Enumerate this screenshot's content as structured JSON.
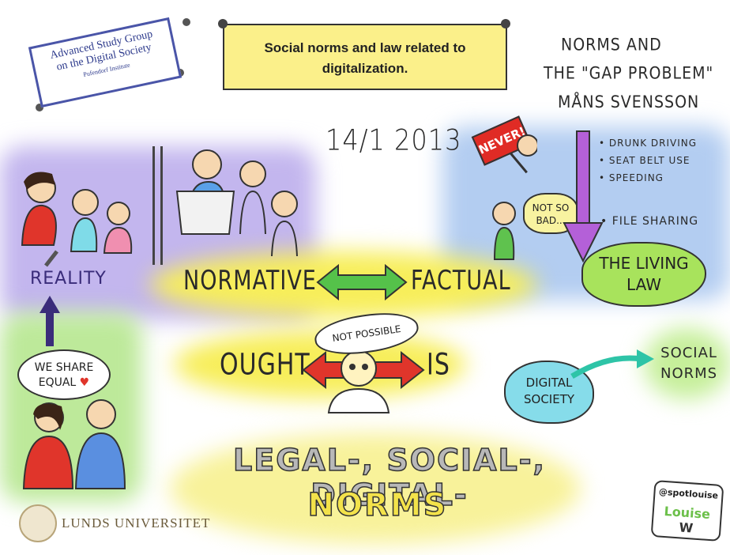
{
  "sign": {
    "line1": "Advanced Study Group",
    "line2": "on the Digital Society",
    "line3": "Pufendorf Institute"
  },
  "banner": {
    "line1": "Social norms and law related to",
    "line2": "digitalization."
  },
  "date": "14/1  2013",
  "heading": {
    "line1": "NORMS AND",
    "line2": "THE \"GAP PROBLEM\"",
    "line3": "MÅNS SVENSSON"
  },
  "never_sign": "NEVER!",
  "list": [
    "• DRUNK DRIVING",
    "• SEAT BELT USE",
    "• SPEEDING"
  ],
  "file_sharing": "• FILE SHARING",
  "not_so_bad": [
    "NOT SO",
    "BAD..."
  ],
  "living_law": [
    "THE LIVING",
    "LAW"
  ],
  "reality": "REALITY",
  "normative": "NORMATIVE",
  "factual": "FACTUAL",
  "ought": "OUGHT",
  "not_possible": "NOT POSSIBLE",
  "is": "IS",
  "we_share": [
    "WE SHARE",
    "EQUAL"
  ],
  "digital_society": [
    "DIGITAL",
    "SOCIETY"
  ],
  "social_norms": [
    "SOCIAL",
    "NORMS"
  ],
  "bottom_line1": "LEGAL-, SOCIAL-, DIGITAL-",
  "bottom_line2": "NORMS",
  "university": "LUNDS UNIVERSITET",
  "signature": {
    "handle": "@spotlouise",
    "name": "Louise",
    "initial": "W"
  },
  "colors": {
    "yellow": "#f5ec4a",
    "banner": "#fbf08a",
    "purple": "#b7a6e6",
    "blue": "#9cc0ee",
    "green": "#a7e26a",
    "cyan": "#7fd9e6",
    "arrow_green": "#55c24a",
    "arrow_red": "#e0352b",
    "arrow_purple": "#b460d8",
    "arrow_teal": "#2ec4a7",
    "arrow_navy": "#3a2c7a"
  }
}
